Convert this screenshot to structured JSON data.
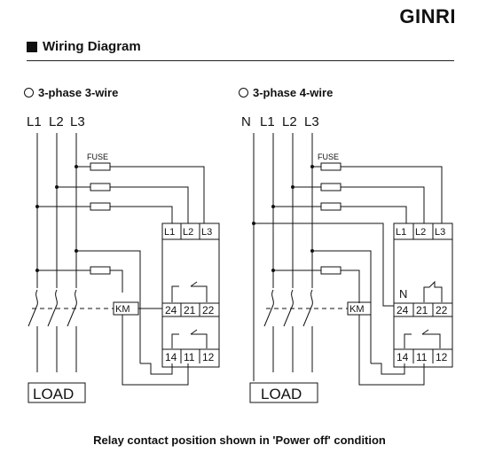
{
  "brand": "GINRI",
  "section_title": "Wiring Diagram",
  "variants": [
    {
      "label": "3-phase 3-wire",
      "lines": [
        "L1",
        "L2",
        "L3"
      ]
    },
    {
      "label": "3-phase 4-wire",
      "lines": [
        "N",
        "L1",
        "L2",
        "L3"
      ]
    }
  ],
  "fuse_label": "FUSE",
  "relay": {
    "top_terminals": [
      "L1",
      "L2",
      "L3"
    ],
    "mid_terminals": [
      "24",
      "21",
      "22"
    ],
    "bottom_terminals": [
      "14",
      "11",
      "12"
    ],
    "neutral_mark": "N"
  },
  "contactor_label": "KM",
  "load_label": "LOAD",
  "caption": "Relay contact position shown in 'Power off'  condition"
}
